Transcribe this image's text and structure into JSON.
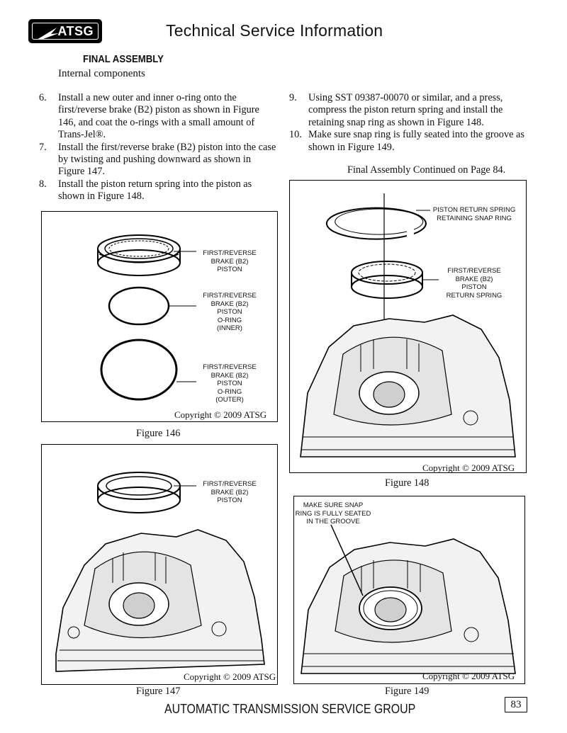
{
  "header": {
    "logo_text": "ATSG",
    "title": "Technical Service Information"
  },
  "section": {
    "title": "FINAL ASSEMBLY",
    "subtitle": "Internal components"
  },
  "steps_left": [
    {
      "num": "6.",
      "text": "Install a new outer and inner o-ring onto the first/reverse brake (B2) piston as shown in Figure 146, and coat the o-rings with a small amount of Trans-Jel®."
    },
    {
      "num": "7.",
      "text": "Install the first/reverse brake (B2) piston into the case by twisting and pushing downward as shown in Figure 147."
    },
    {
      "num": "8.",
      "text": "Install the piston return spring into the piston as shown in Figure 148."
    }
  ],
  "steps_right": [
    {
      "num": "9.",
      "text": "Using SST 09387-00070 or similar, and a press, compress the piston return spring and install the retaining snap ring as shown in Figure 148."
    },
    {
      "num": "10.",
      "text": "Make sure snap ring is fully seated into the groove as shown in Figure 149."
    }
  ],
  "continued": "Final Assembly Continued on Page 84.",
  "fig146": {
    "caption": "Figure 146",
    "copyright": "Copyright © 2009 ATSG",
    "label1": [
      "FIRST/REVERSE",
      "BRAKE (B2)",
      "PISTON"
    ],
    "label2": [
      "FIRST/REVERSE",
      "BRAKE (B2)",
      "PISTON",
      "O-RING",
      "(INNER)"
    ],
    "label3": [
      "FIRST/REVERSE",
      "BRAKE (B2)",
      "PISTON",
      "O-RING",
      "(OUTER)"
    ]
  },
  "fig147": {
    "caption": "Figure 147",
    "copyright": "Copyright © 2009 ATSG",
    "label1": [
      "FIRST/REVERSE",
      "BRAKE (B2)",
      "PISTON"
    ]
  },
  "fig148": {
    "caption": "Figure 148",
    "copyright": "Copyright © 2009 ATSG",
    "label1": [
      "PISTON RETURN SPRING",
      "RETAINING SNAP RING"
    ],
    "label2": [
      "FIRST/REVERSE",
      "BRAKE (B2)",
      "PISTON",
      "RETURN SPRING"
    ]
  },
  "fig149": {
    "caption": "Figure 149",
    "copyright": "Copyright © 2009 ATSG",
    "label1": [
      "MAKE SURE SNAP",
      "RING IS FULLY SEATED",
      "IN THE GROOVE"
    ]
  },
  "footer": {
    "title": "AUTOMATIC TRANSMISSION SERVICE GROUP",
    "page": "83"
  }
}
